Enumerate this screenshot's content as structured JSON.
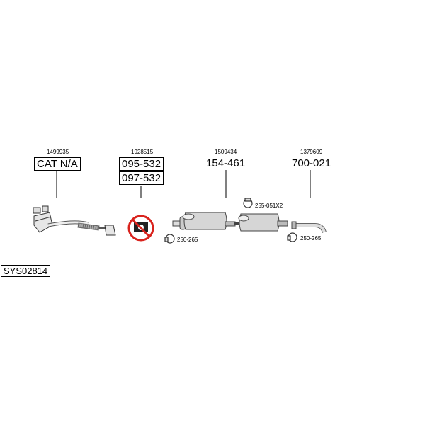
{
  "groups": [
    {
      "ref": "1499935",
      "codes": [
        "CAT N/A"
      ],
      "boxed": true
    },
    {
      "ref": "1928515",
      "codes": [
        "095-532",
        "097-532"
      ],
      "boxed": true
    },
    {
      "ref": "1509434",
      "codes": [
        "154-461"
      ],
      "boxed": false
    },
    {
      "ref": "1379609",
      "codes": [
        "700-021"
      ],
      "boxed": false
    }
  ],
  "clamps": [
    "250-265",
    "255-051X2",
    "250-265"
  ],
  "system_code": "SYS02814",
  "colors": {
    "no_symbol": "#d9231d",
    "parts": "#444444"
  }
}
